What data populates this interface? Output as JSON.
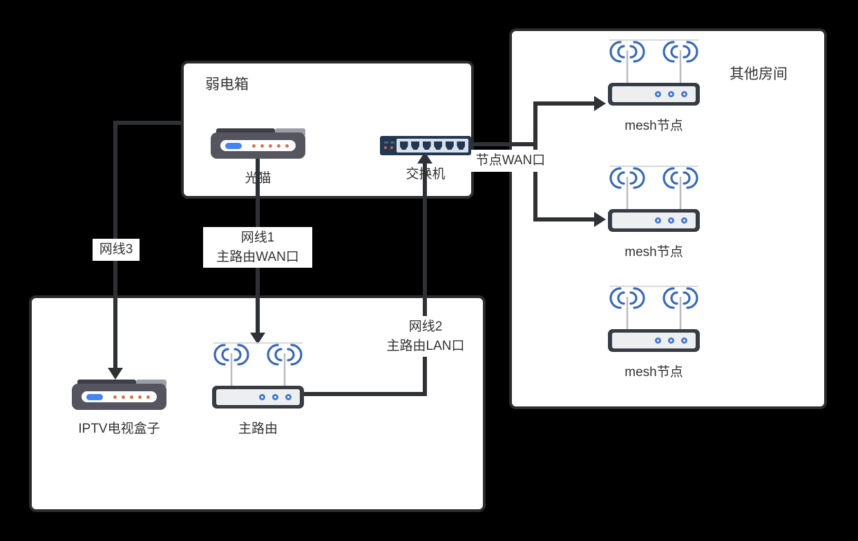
{
  "boxes": {
    "weak": {
      "label": "弱电箱"
    },
    "rooms": {
      "label": "其他房间"
    }
  },
  "devices": {
    "modem": {
      "label": "光猫"
    },
    "switch": {
      "label": "交换机"
    },
    "iptv": {
      "label": "IPTV电视盒子"
    },
    "main_router": {
      "label": "主路由"
    },
    "mesh_nodes": [
      {
        "label": "mesh节点"
      },
      {
        "label": "mesh节点"
      },
      {
        "label": "mesh节点"
      }
    ]
  },
  "connections": {
    "net3": {
      "label": "网线3"
    },
    "net1": {
      "line1": "网线1",
      "line2": "主路由WAN口"
    },
    "net2": {
      "line1": "网线2",
      "line2": "主路由LAN口"
    },
    "node_wan": {
      "label": "节点WAN口"
    }
  },
  "colors": {
    "background": "#000000",
    "line": "#303134",
    "box_border": "#2b2c2e",
    "wifi_blue": "#3a68b5",
    "router_dark": "#363c44",
    "circle_blue": "#4478cf",
    "modem_gray": "#55555f",
    "pill_blue": "#4285f4",
    "led_orange": "#dd6f4c",
    "switch_navy": "#233750",
    "switch_panel": "#d8e2ee"
  }
}
